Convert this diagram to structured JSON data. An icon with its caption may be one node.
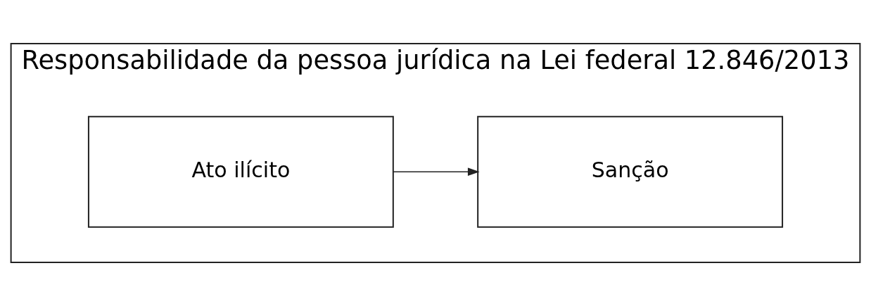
{
  "diagram": {
    "nodes": [
      {
        "text": [
          "Responsabilidade da pessoa jurídica na Lei federal 12.846/2013"
        ]
      },
      {
        "text": [
          "Ato ilícito"
        ],
        "in": 0
      },
      {
        "text": [
          "Sanção"
        ],
        "in": 0
      }
    ],
    "edges": [
      {
        "from": 1,
        "to": 2,
        "arrow": "to"
      }
    ]
  }
}
